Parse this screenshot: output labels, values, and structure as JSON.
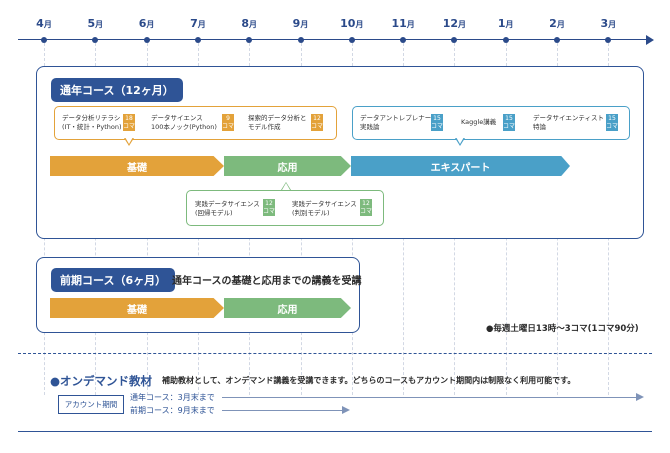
{
  "timeline": {
    "months": [
      {
        "num": "4",
        "unit": "月"
      },
      {
        "num": "5",
        "unit": "月"
      },
      {
        "num": "6",
        "unit": "月"
      },
      {
        "num": "7",
        "unit": "月"
      },
      {
        "num": "8",
        "unit": "月"
      },
      {
        "num": "9",
        "unit": "月"
      },
      {
        "num": "10",
        "unit": "月"
      },
      {
        "num": "11",
        "unit": "月"
      },
      {
        "num": "12",
        "unit": "月"
      },
      {
        "num": "1",
        "unit": "月"
      },
      {
        "num": "2",
        "unit": "月"
      },
      {
        "num": "3",
        "unit": "月"
      }
    ]
  },
  "annual": {
    "title": "通年コース（12ヶ月）",
    "top_left_items": [
      {
        "text": "データ分析リテラシ\n(IT・統計・Python)",
        "badge": "18\nコマ"
      },
      {
        "text": "データサイエンス\n100本ノック(Python)",
        "badge": "9\nコマ"
      },
      {
        "text": "探索的データ分析と\nモデル作成",
        "badge": "12\nコマ"
      }
    ],
    "top_right_items": [
      {
        "text": "データアントレプレナー\n実践論",
        "badge": "15\nコマ"
      },
      {
        "text": "Kaggle講義",
        "badge": "15\nコマ"
      },
      {
        "text": "データサイエンティスト\n特論",
        "badge": "15\nコマ"
      }
    ],
    "bottom_items": [
      {
        "text": "実践データサイエンス\n(回帰モデル)",
        "badge": "12\nコマ"
      },
      {
        "text": "実践データサイエンス\n(判別モデル)",
        "badge": "12\nコマ"
      }
    ],
    "phases": {
      "basic": "基礎",
      "applied": "応用",
      "expert": "エキスパート"
    }
  },
  "first_half": {
    "title": "前期コース（6ヶ月）",
    "description": "通年コースの基礎と応用までの講義を受講",
    "phases": {
      "basic": "基礎",
      "applied": "応用"
    }
  },
  "schedule_note": "●毎週土曜日13時〜3コマ(1コマ90分)",
  "ondemand": {
    "title": "●オンデマンド教材",
    "description": "補助教材として、オンデマンド講義を受講できます。どちらのコースもアカウント期間内は制限なく利用可能です。",
    "account_label": "アカウント期間",
    "annual_period": "通年コース：3月末まで",
    "first_half_period": "前期コース：9月末まで"
  },
  "colors": {
    "navy": "#2f5496",
    "basic": "#e3a23a",
    "applied": "#7dba7d",
    "expert": "#4aa0c8"
  }
}
